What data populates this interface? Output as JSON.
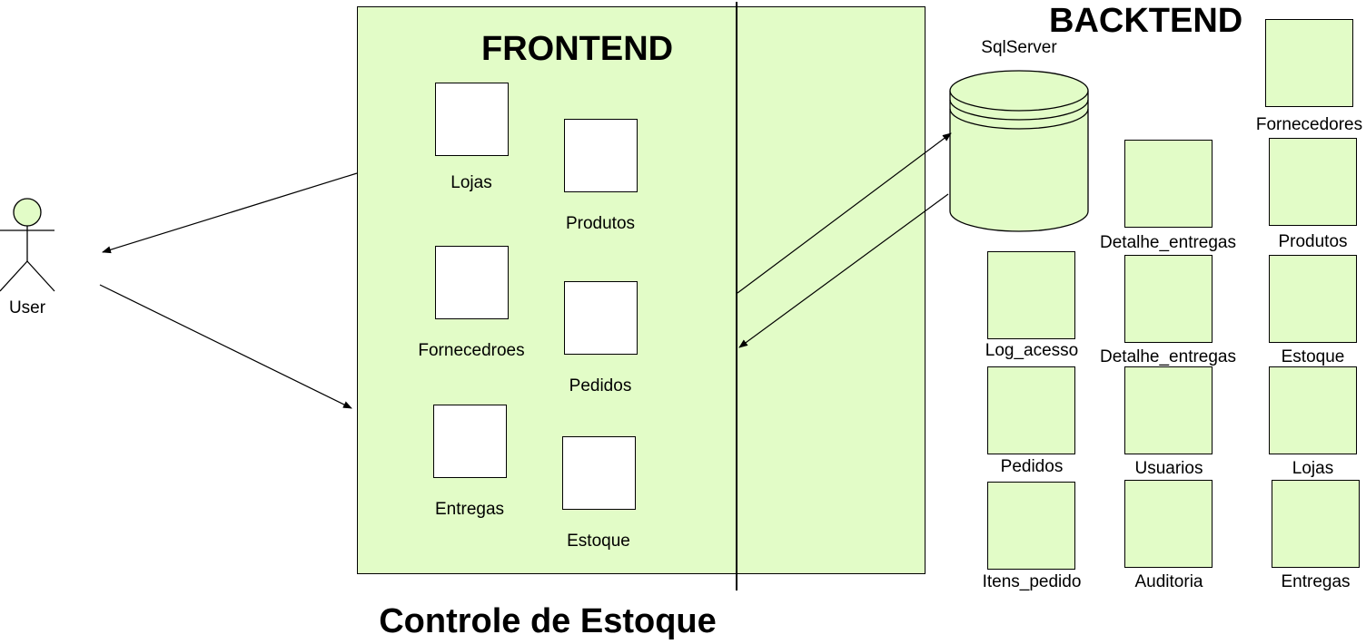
{
  "diagram_title": "Controle de Estoque",
  "actor": {
    "label": "User"
  },
  "frontend": {
    "title": "FRONTEND",
    "modules": [
      {
        "label": "Lojas"
      },
      {
        "label": "Produtos"
      },
      {
        "label": "Fornecedroes"
      },
      {
        "label": "Pedidos"
      },
      {
        "label": "Entregas"
      },
      {
        "label": "Estoque"
      }
    ]
  },
  "backend": {
    "title": "BACKTEND",
    "database": {
      "label": "SqlServer"
    },
    "tables": [
      {
        "label": "Fornecedores"
      },
      {
        "label": "Detalhe_entregas"
      },
      {
        "label": "Produtos"
      },
      {
        "label": "Log_acesso"
      },
      {
        "label": "Detalhe_entregas"
      },
      {
        "label": "Estoque"
      },
      {
        "label": "Pedidos"
      },
      {
        "label": "Usuarios"
      },
      {
        "label": "Lojas"
      },
      {
        "label": "Itens_pedido"
      },
      {
        "label": "Auditoria"
      },
      {
        "label": "Entregas"
      }
    ]
  },
  "colors": {
    "panel_fill": "#e2fcc7",
    "stroke": "#000000",
    "module_fill": "#ffffff"
  }
}
